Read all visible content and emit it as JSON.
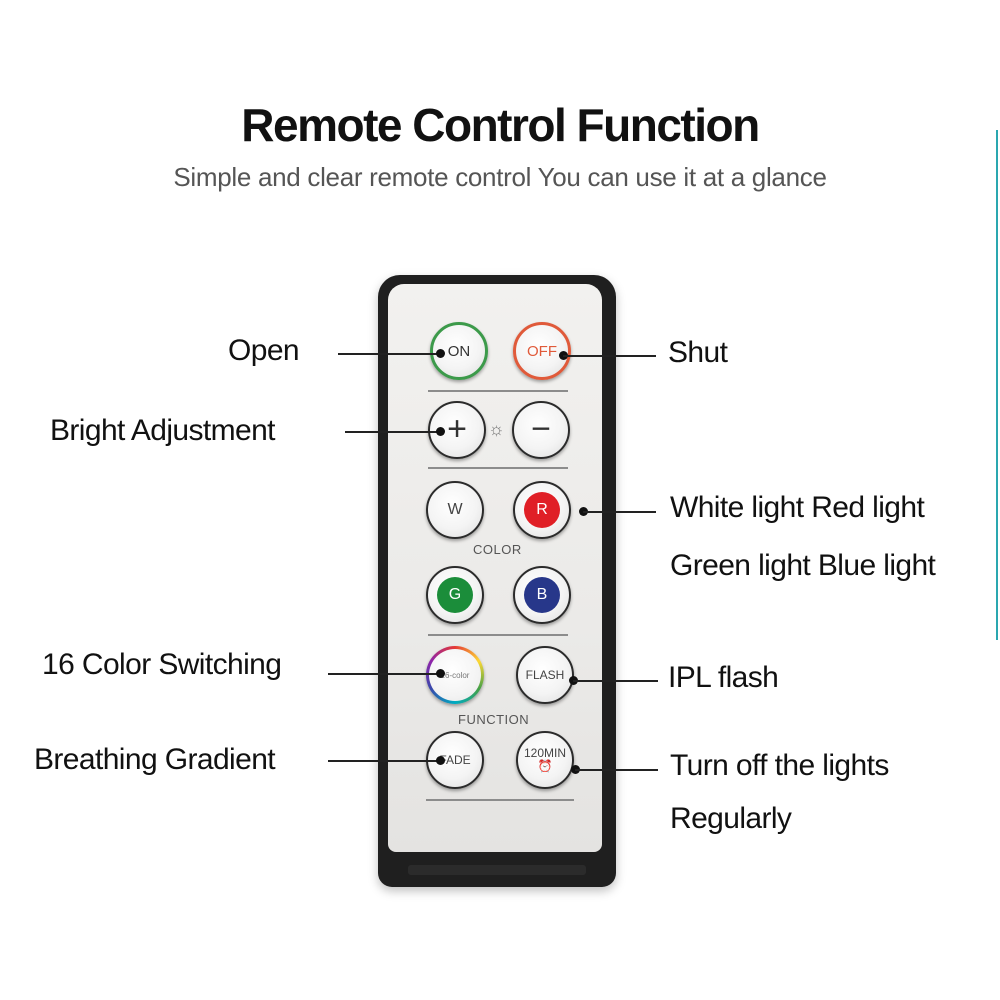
{
  "header": {
    "title": "Remote Control Function",
    "subtitle": "Simple and clear remote control You can use it at a glance"
  },
  "remote": {
    "buttons": {
      "on": "ON",
      "off": "OFF",
      "plus": "+",
      "minus": "−",
      "sun": "☼",
      "white": "W",
      "red": "R",
      "green": "G",
      "blue": "B",
      "color16": "16-color",
      "flash": "FLASH",
      "fade": "FADE",
      "timer": "120MIN",
      "timer_icon": "⏰"
    },
    "section_labels": {
      "color": "COLOR",
      "function": "FUNCTION"
    }
  },
  "callouts": {
    "open": "Open",
    "shut": "Shut",
    "bright": "Bright Adjustment",
    "color_line1": "White light Red light",
    "color_line2": "Green light Blue light",
    "switching": "16 Color Switching",
    "flash": "IPL flash",
    "breathing": "Breathing Gradient",
    "timer_line1": "Turn off the lights",
    "timer_line2": "Regularly"
  },
  "colors": {
    "red_button": "#e01f26",
    "green_button": "#1b8d3a",
    "blue_button": "#27378a",
    "on_ring": "#3c9a4a",
    "off_ring": "#e05a3a",
    "accent_edge": "#2aa7b0"
  },
  "icons": [
    "sun-icon",
    "clock-icon",
    "plus-icon",
    "minus-icon"
  ]
}
